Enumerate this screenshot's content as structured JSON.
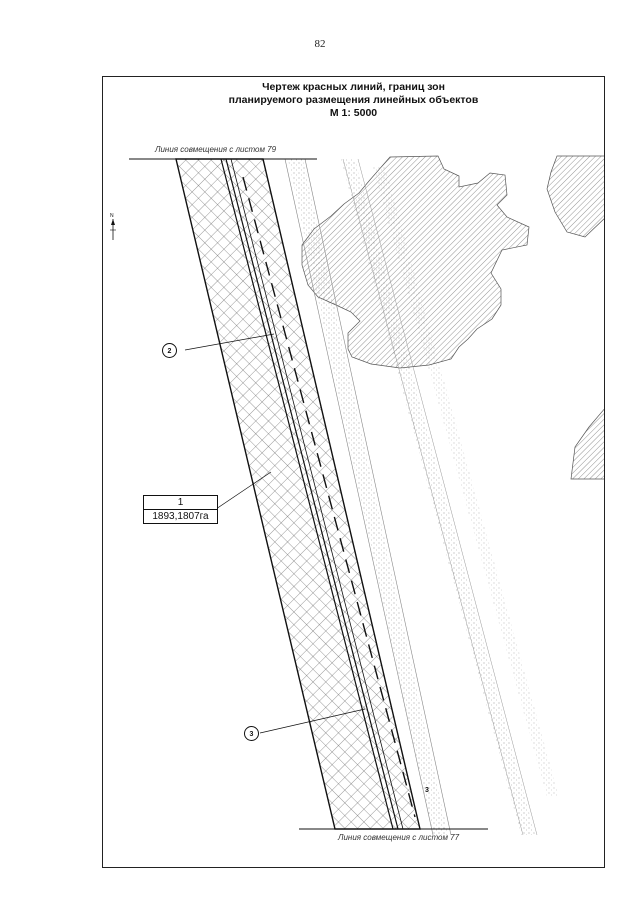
{
  "page": {
    "number": "82"
  },
  "drawing": {
    "title_lines": [
      "Чертеж красных линий, границ зон",
      "планируемого размещения линейных объектов",
      "М 1: 5000"
    ],
    "match_line_top": "Линия совмещения с листом 79",
    "match_line_bottom": "Линия совмещения с листом 77",
    "zone": {
      "number": "1",
      "area": "1893,1807га"
    },
    "callouts": [
      "2",
      "3"
    ],
    "segment_label": "3",
    "icons": [
      "north-arrow-icon"
    ]
  }
}
